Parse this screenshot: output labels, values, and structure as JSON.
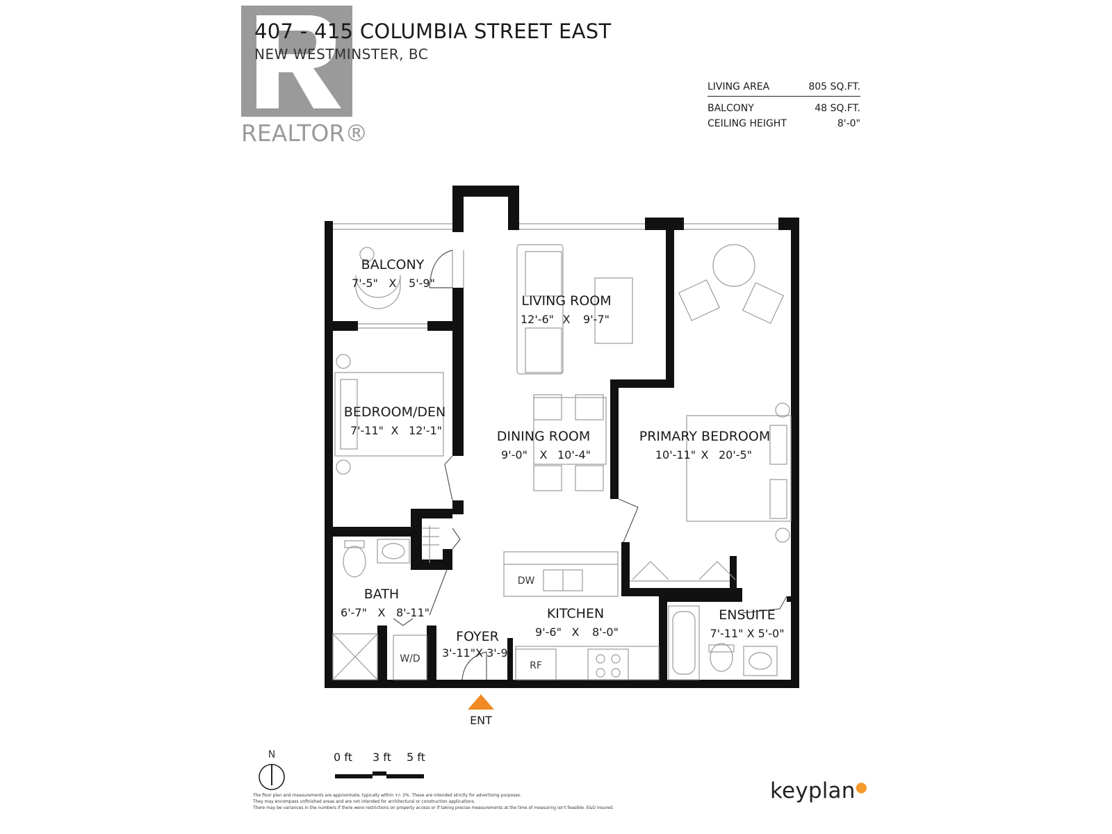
{
  "header": {
    "title": "407 - 415 COLUMBIA STREET EAST",
    "subtitle": "NEW WESTMINSTER, BC",
    "logo_text": "REALTOR®"
  },
  "stats": {
    "living_area_label": "LIVING AREA",
    "living_area_value": "805 SQ.FT.",
    "balcony_label": "BALCONY",
    "balcony_value": "48 SQ.FT.",
    "ceiling_label": "CEILING HEIGHT",
    "ceiling_value": "8'-0\""
  },
  "rooms": {
    "balcony": {
      "name": "BALCONY",
      "w": "7'-5\"",
      "h": "5'-9\""
    },
    "living": {
      "name": "LIVING ROOM",
      "w": "12'-6\"",
      "h": "9'-7\""
    },
    "bedroom_den": {
      "name": "BEDROOM/DEN",
      "w": "7'-11\"",
      "h": "12'-1\""
    },
    "dining": {
      "name": "DINING ROOM",
      "w": "9'-0\"",
      "h": "10'-4\""
    },
    "primary": {
      "name": "PRIMARY BEDROOM",
      "w": "10'-11\"",
      "h": "20'-5\""
    },
    "bath": {
      "name": "BATH",
      "w": "6'-7\"",
      "h": "8'-11\""
    },
    "kitchen": {
      "name": "KITCHEN",
      "w": "9'-6\"",
      "h": "8'-0\""
    },
    "foyer": {
      "name": "FOYER",
      "dims": "3'-11\"X 3'-9\""
    },
    "ensuite": {
      "name": "ENSUITE",
      "dims": "7'-11\" X 5'-0\""
    }
  },
  "dim_separator": "X",
  "fixtures": {
    "dw": "DW",
    "rf": "RF",
    "wd": "W/D"
  },
  "entrance": {
    "label": "ENT",
    "color": "#f08a24"
  },
  "compass": {
    "label": "N"
  },
  "scale": {
    "t0": "0 ft",
    "t3": "3 ft",
    "t5": "5 ft"
  },
  "disclaimer": [
    "The floor plan and measurements are approximate, typically within +/- 2%. These are intended strictly for advertising purposes.",
    "They may encompass unfinished areas and are not intended for architectural or construction applications.",
    "There may be variances in the numbers if there were restrictions on property access or if taking precise measurements at the time of measuring isn't feasible. E&O insured."
  ],
  "brand": {
    "text": "keyplan",
    "accent": "#f39a2b"
  }
}
